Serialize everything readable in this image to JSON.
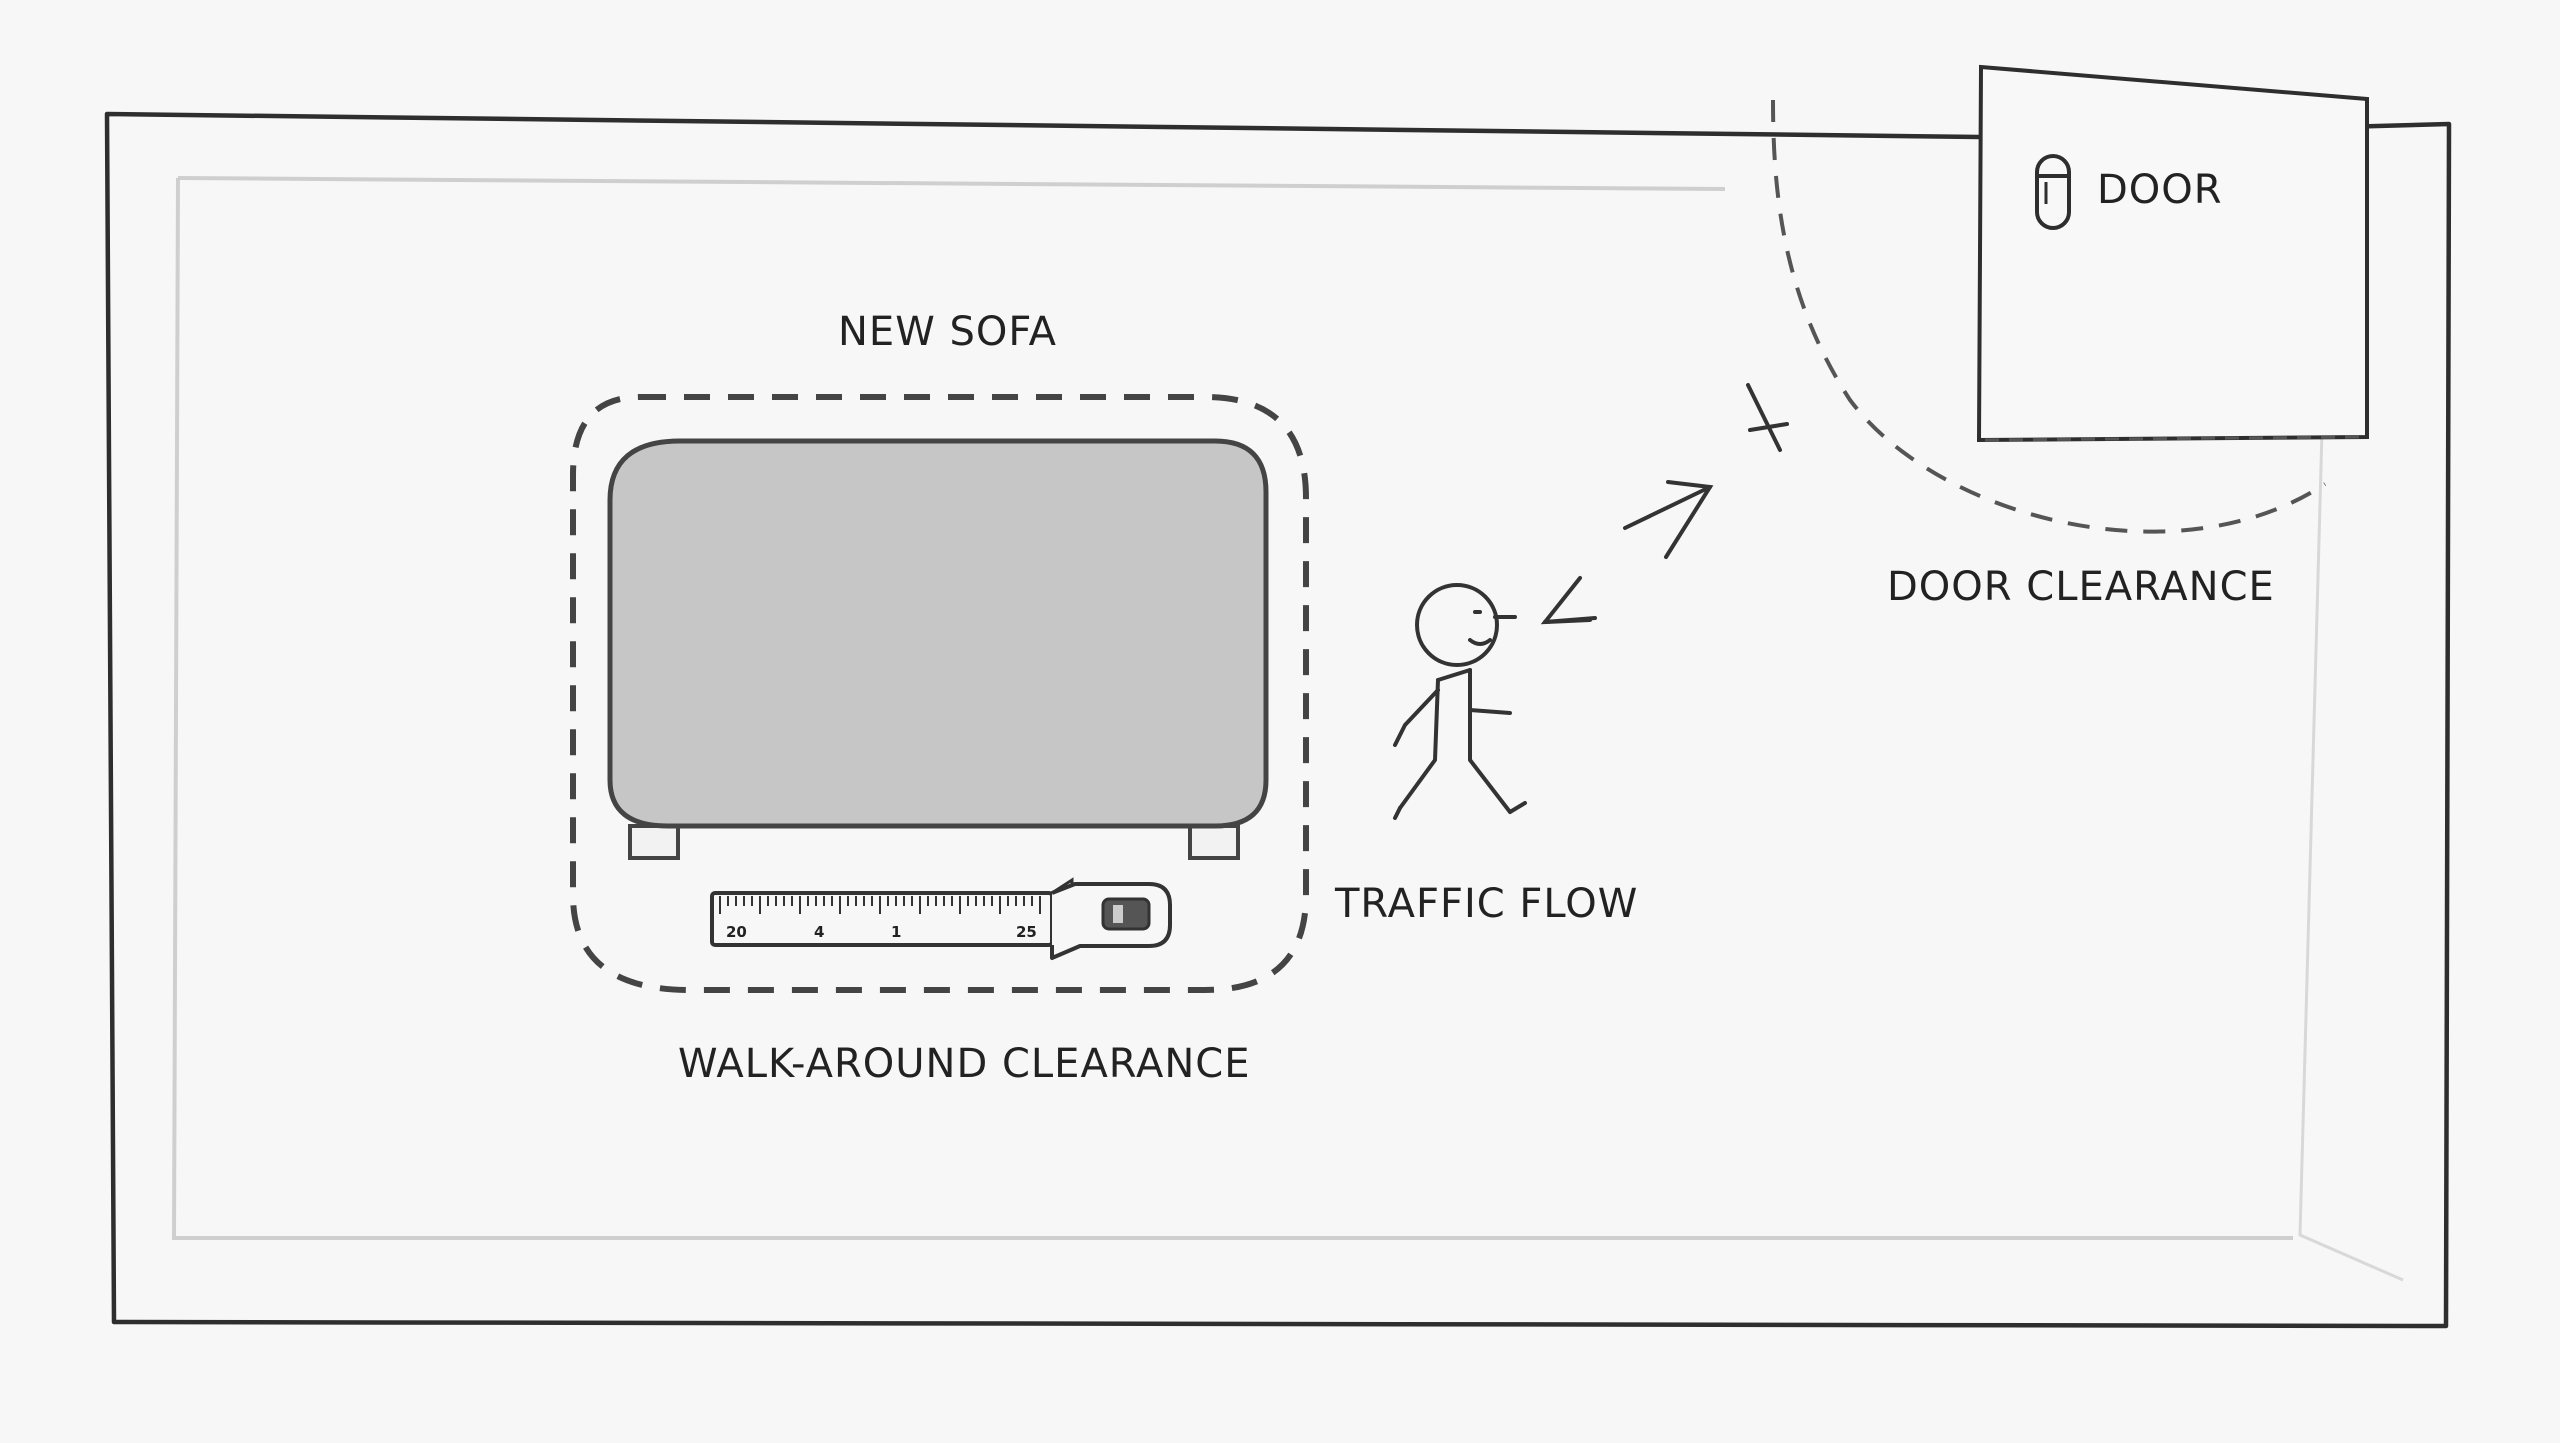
{
  "labels": {
    "new_sofa": "NEW SOFA",
    "walk_around_clearance": "WALK-AROUND CLEARANCE",
    "traffic_flow": "TRAFFIC FLOW",
    "door": "DOOR",
    "door_clearance": "DOOR CLEARANCE"
  },
  "tape_measure": {
    "ticks": [
      "20",
      "4",
      "1",
      "25"
    ]
  },
  "colors": {
    "ink": "#2a2a2a",
    "sofa_fill": "#c6c6c6",
    "paper": "#f7f7f7"
  },
  "icons": {
    "person": "person-walking-icon",
    "door_handle": "door-handle-icon",
    "tape_measure": "tape-measure-icon"
  }
}
